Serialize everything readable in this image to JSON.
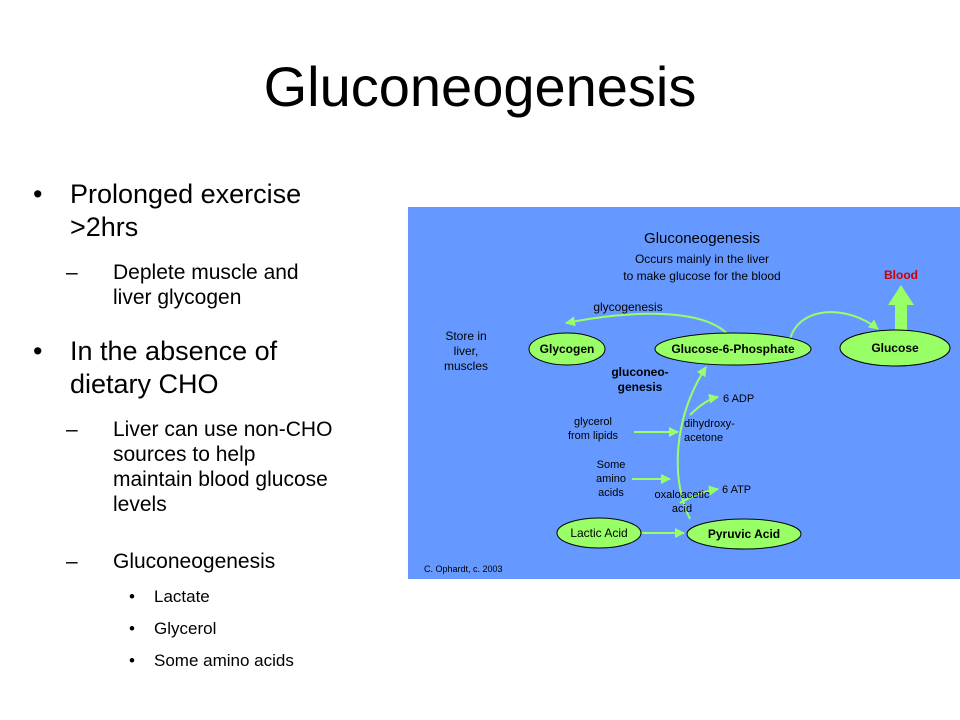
{
  "slide": {
    "title": "Gluconeogenesis"
  },
  "bullets": {
    "b1": "Prolonged exercise",
    "b1_line2": ">2hrs",
    "b1_sub": "Deplete muscle and",
    "b1_sub_line2": "liver glycogen",
    "b2": "In the absence of",
    "b2_line2": "dietary CHO",
    "b2_sub1": "Liver can use non-CHO",
    "b2_sub1_line2": "sources to help",
    "b2_sub1_line3": "maintain blood glucose",
    "b2_sub1_line4": "levels",
    "b2_sub2": "Gluconeogenesis",
    "items": [
      "Lactate",
      "Glycerol",
      "Some amino acids"
    ]
  },
  "marks": {
    "level1": "•",
    "level2": "–",
    "level3": "•"
  },
  "diagram": {
    "title": "Gluconeogenesis",
    "subtitle_line1": "Occurs mainly in the liver",
    "subtitle_line2": "to make glucose for the blood",
    "blood": "Blood",
    "glycogenesis": "glycogenesis",
    "store_line1": "Store in",
    "store_line2": "liver,",
    "store_line3": "muscles",
    "glycogen": "Glycogen",
    "g6p": "Glucose-6-Phosphate",
    "glucose": "Glucose",
    "gluconeo_line1": "gluconeo-",
    "gluconeo_line2": "genesis",
    "adp": "6 ADP",
    "glycerol_line1": "glycerol",
    "glycerol_line2": "from lipids",
    "dihydroxy_line1": "dihydroxy-",
    "dihydroxy_line2": "acetone",
    "amino_line1": "Some",
    "amino_line2": "amino",
    "amino_line3": "acids",
    "oxalo_line1": "oxaloacetic",
    "oxalo_line2": "acid",
    "atp": "6 ATP",
    "lactic": "Lactic Acid",
    "pyruvic": "Pyruvic Acid",
    "credit": "C. Ophardt, c. 2003",
    "colors": {
      "background": "#6699ff",
      "node_fill": "#99ff66",
      "arrow": "#99ff66",
      "blood_text": "#cc0000"
    }
  }
}
